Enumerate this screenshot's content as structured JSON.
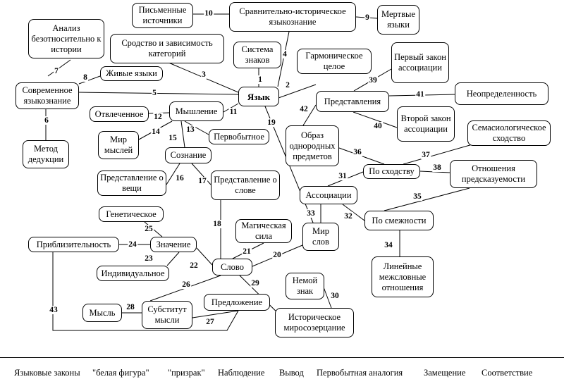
{
  "nodes": {
    "n_yazyk": "Язык",
    "n_pismennye": "Письменные источники",
    "n_sravn": "Сравнительно-историческое языкознание",
    "n_mertvye": "Мертвые языки",
    "n_analiz": "Анализ безотносительно к истории",
    "n_srodstvo": "Сродство и зависимость категорий",
    "n_sistema": "Система знаков",
    "n_garmon": "Гармоническое целое",
    "n_pervyi": "Первый закон ассоциации",
    "n_zhivye": "Живые языки",
    "n_sovrem": "Современное языкознание",
    "n_predstavleniya": "Представления",
    "n_neopr": "Неопределенность",
    "n_otvl": "Отвлеченное",
    "n_myshlenie": "Мышление",
    "n_vtoroi": "Второй закон ассоциации",
    "n_metod": "Метод дедукции",
    "n_mir_myslei": "Мир мыслей",
    "n_pervobytnoe": "Первобытное",
    "n_obraz": "Образ однородных предметов",
    "n_semas": "Семасиологическое сходство",
    "n_soznanie": "Сознание",
    "n_po_shodstvu": "По сходству",
    "n_otnosheniya": "Отношения предсказуемости",
    "n_predst_veschi": "Представление о вещи",
    "n_predst_slove": "Представление о слове",
    "n_assoc": "Ассоциации",
    "n_genet": "Генетическое",
    "n_po_smezh": "По смежности",
    "n_magich": "Магическая сила",
    "n_mir_slov": "Мир слов",
    "n_priblizh": "Приблизительность",
    "n_znachenie": "Значение",
    "n_indiv": "Индивидуальное",
    "n_slovo": "Слово",
    "n_lineinye": "Линейные межсловные отношения",
    "n_nemoi": "Немой знак",
    "n_predlozhenie": "Предложение",
    "n_mysl": "Мысль",
    "n_substitut": "Субститут мысли",
    "n_istor": "Историческое миросозерцание"
  },
  "edge_labels": [
    "1",
    "2",
    "3",
    "4",
    "5",
    "6",
    "7",
    "8",
    "9",
    "10",
    "11",
    "12",
    "13",
    "14",
    "15",
    "16",
    "17",
    "18",
    "19",
    "20",
    "21",
    "22",
    "23",
    "24",
    "25",
    "26",
    "27",
    "28",
    "29",
    "30",
    "31",
    "32",
    "33",
    "34",
    "35",
    "36",
    "37",
    "38",
    "39",
    "40",
    "41",
    "42",
    "43"
  ],
  "footer": {
    "items": [
      "Языковые законы",
      "\"белая фигура\"",
      "\"призрак\"",
      "Наблюдение",
      "Вывод",
      "Первобытная аналогия",
      "Замещение",
      "Соответствие"
    ]
  }
}
